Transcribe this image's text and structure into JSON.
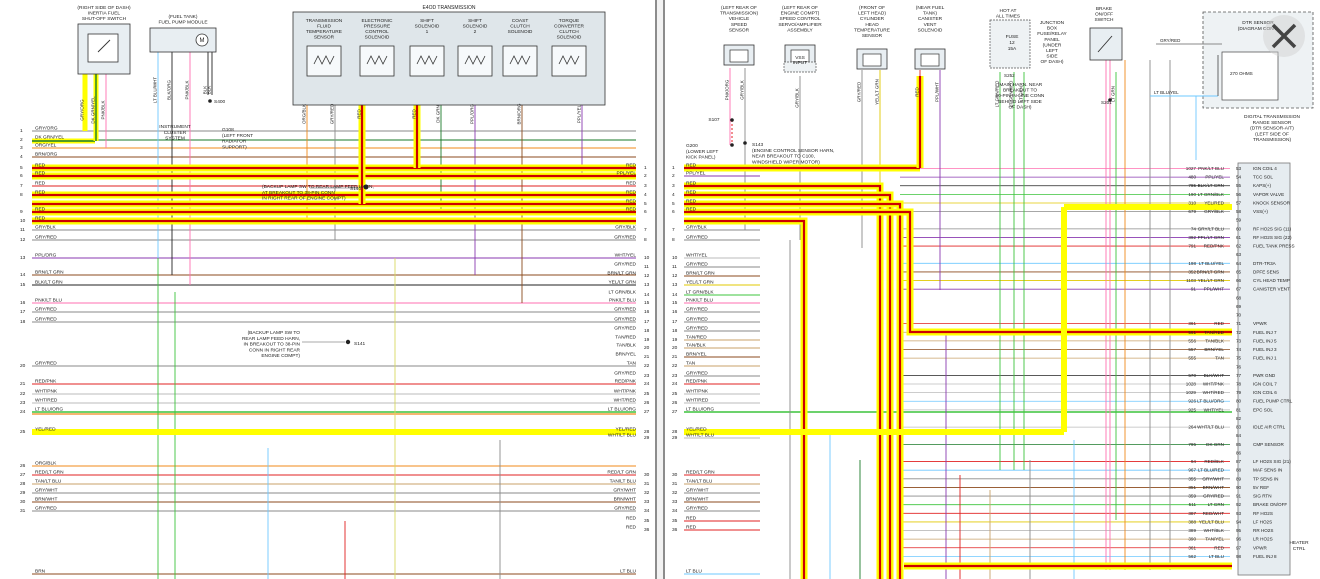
{
  "left_page": {
    "components": [
      {
        "lines": [
          "(RIGHT SIDE OF DASH)",
          "INERTIA FUEL",
          "SHUT-OFF SWITCH"
        ]
      },
      {
        "lines": [
          "(FUEL TANK)",
          "FUEL PUMP MODULE"
        ]
      },
      {
        "lines": [
          "E4OD TRANSMISSION"
        ]
      },
      {
        "lines": [
          "TRANSMISSION",
          "FLUID",
          "TEMPERATURE",
          "SENSOR"
        ]
      },
      {
        "lines": [
          "ELECTRONIC",
          "PRESSURE",
          "CONTROL",
          "SOLENOID"
        ]
      },
      {
        "lines": [
          "SHIFT",
          "SOLENOID",
          "1"
        ]
      },
      {
        "lines": [
          "SHIFT",
          "SOLENOID",
          "2"
        ]
      },
      {
        "lines": [
          "COAST",
          "CLUTCH",
          "SOLENOID"
        ]
      },
      {
        "lines": [
          "TORQUE",
          "CONVERTER",
          "CLUTCH",
          "SOLENOID"
        ]
      },
      {
        "lines": [
          "INSTRUMENT",
          "CLUSTER",
          "SYSTEM"
        ]
      },
      {
        "lines": [
          "G108",
          "(LEFT FRONT",
          "RADIATOR",
          "SUPPORT)"
        ]
      },
      {
        "lines": [
          "S400"
        ]
      }
    ],
    "notes": [
      {
        "lines": [
          "(BACKUP LAMP SW TO REAR LAMP FEED HARN,",
          "AT BREAKOUT TO 38-PIN CONN",
          "IN RIGHT REAR OF ENGINE COMPT)"
        ]
      },
      {
        "lines": [
          "(BACKUP LAMP SW TO",
          "REAR LAMP FEED HARN,",
          "IN BREAKOUT TO 38-PIN",
          "CONN IN RIGHT REAR",
          "ENGINE COMPT)"
        ]
      }
    ],
    "splices": [
      "S140",
      "S141"
    ],
    "vertical_wire_labels": [
      "GRY/ORG",
      "DK GRN/YEL",
      "PNK/BLK",
      "LT BLU/WHT",
      "BLK/ORG",
      "PNK/BLK",
      "BLK",
      "BLK",
      "ORG/BLK",
      "GRY/RED",
      "RED",
      "RED",
      "DK GRN",
      "PPL/ORG",
      "BRN/ORG",
      "PPL/YEL"
    ],
    "left_rows": [
      {
        "num": "1",
        "label": "GRY/ORG"
      },
      {
        "num": "2",
        "label": "DK GRN/YEL"
      },
      {
        "num": "3",
        "label": "ORG/YEL"
      },
      {
        "num": "4",
        "label": "BRN/ORG"
      },
      {
        "num": "5",
        "label": "RED"
      },
      {
        "num": "6",
        "label": "RED"
      },
      {
        "num": "7",
        "label": "RED"
      },
      {
        "num": "8",
        "label": "RED"
      },
      {
        "num": "9",
        "label": "RED"
      },
      {
        "num": "10",
        "label": "RED"
      },
      {
        "num": "11",
        "label": "GRY/BLK"
      },
      {
        "num": "12",
        "label": "GRY/RED"
      },
      {
        "num": "13",
        "label": "PPL/ORG"
      },
      {
        "num": "14",
        "label": "BRN/LT GRN"
      },
      {
        "num": "15",
        "label": "BLK/LT GRN"
      },
      {
        "num": "16",
        "label": "PNK/LT BLU"
      },
      {
        "num": "17",
        "label": "GRY/RED"
      },
      {
        "num": "18",
        "label": "GRY/RED"
      },
      {
        "num": "20",
        "label": "GRY/RED"
      },
      {
        "num": "21",
        "label": "RED/PNK"
      },
      {
        "num": "22",
        "label": "WHT/PNK"
      },
      {
        "num": "23",
        "label": "WHT/RED"
      },
      {
        "num": "24",
        "label": "LT BLU/ORG"
      },
      {
        "num": "25",
        "label": "YEL/RED"
      },
      {
        "num": "26",
        "label": "ORG/BLK"
      },
      {
        "num": "27",
        "label": "RED/LT GRN"
      },
      {
        "num": "28",
        "label": "TAN/LT BLU"
      },
      {
        "num": "29",
        "label": "GRY/WHT"
      },
      {
        "num": "30",
        "label": "BRN/WHT"
      },
      {
        "num": "31",
        "label": "GRY/RED"
      },
      {
        "num": "",
        "label": "BRN"
      }
    ],
    "right_rows": [
      {
        "num": "1",
        "label": "RED"
      },
      {
        "num": "2",
        "label": "PPL/YEL"
      },
      {
        "num": "3",
        "label": "RED"
      },
      {
        "num": "4",
        "label": "RED"
      },
      {
        "num": "5",
        "label": "RED"
      },
      {
        "num": "6",
        "label": "RED"
      },
      {
        "num": "7",
        "label": "GRY/BLK"
      },
      {
        "num": "8",
        "label": "GRY/RED"
      },
      {
        "num": "10",
        "label": "WHT/YEL"
      },
      {
        "num": "11",
        "label": "GRY/RED"
      },
      {
        "num": "12",
        "label": "BRN/LT GRN"
      },
      {
        "num": "13",
        "label": "YEL/LT GRN"
      },
      {
        "num": "14",
        "label": "LT GRN/BLK"
      },
      {
        "num": "15",
        "label": "PNK/LT BLU"
      },
      {
        "num": "16",
        "label": "GRY/RED"
      },
      {
        "num": "17",
        "label": "GRY/RED"
      },
      {
        "num": "18",
        "label": "GRY/RED"
      },
      {
        "num": "19",
        "label": "TAN/RED"
      },
      {
        "num": "20",
        "label": "TAN/BLK"
      },
      {
        "num": "21",
        "label": "BRN/YEL"
      },
      {
        "num": "22",
        "label": "TAN"
      },
      {
        "num": "23",
        "label": "GRY/RED"
      },
      {
        "num": "24",
        "label": "RED/PNK"
      },
      {
        "num": "25",
        "label": "WHT/PNK"
      },
      {
        "num": "26",
        "label": "WHT/RED"
      },
      {
        "num": "27",
        "label": "LT BLU/ORG"
      },
      {
        "num": "28",
        "label": "YEL/RED"
      },
      {
        "num": "29",
        "label": "WHT/LT BLU"
      },
      {
        "num": "30",
        "label": "RED/LT GRN"
      },
      {
        "num": "31",
        "label": "TAN/LT BLU"
      },
      {
        "num": "32",
        "label": "GRY/WHT"
      },
      {
        "num": "33",
        "label": "BRN/WHT"
      },
      {
        "num": "34",
        "label": "GRY/RED"
      },
      {
        "num": "35",
        "label": "RED"
      },
      {
        "num": "36",
        "label": "RED"
      },
      {
        "num": "",
        "label": "LT BLU"
      }
    ]
  },
  "right_page": {
    "components": [
      {
        "lines": [
          "(LEFT REAR OF",
          "TRANSMISSION)",
          "VEHICLE",
          "SPEED",
          "SENSOR"
        ]
      },
      {
        "lines": [
          "(LEFT REAR OF",
          "ENGINE COMPT)",
          "SPEED CONTROL",
          "SERVO/AMPLIFIER",
          "ASSEMBLY"
        ]
      },
      {
        "lines": [
          "VSS",
          "INPUT"
        ]
      },
      {
        "lines": [
          "(FRONT OF",
          "LEFT HEAD)",
          "CYLINDER",
          "HEAD",
          "TEMPERATURE",
          "SENSOR"
        ]
      },
      {
        "lines": [
          "(NEAR FUEL",
          "TANK)",
          "CANISTER",
          "VENT",
          "SOLENOID"
        ]
      },
      {
        "lines": [
          "HOT AT",
          "ALL TIMES"
        ]
      },
      {
        "lines": [
          "FUSE",
          "12",
          "15A"
        ]
      },
      {
        "lines": [
          "JUNCTION",
          "BOX",
          "FUSE/RELAY",
          "PANEL",
          "(UNDER",
          "LEFT",
          "SIDE",
          "OF DASH)"
        ]
      },
      {
        "lines": [
          "BRAKE",
          "ON/OFF",
          "SWITCH"
        ]
      },
      {
        "lines": [
          "DTR SENSOR",
          "(DIAGRAM CONT)"
        ]
      },
      {
        "lines": [
          "270 OHMS"
        ]
      },
      {
        "lines": [
          "DIGITAL TRANSMISSION",
          "RANGE SENSOR",
          "(DTR SENSOR-A/T)",
          "(LEFT SIDE OF",
          "TRANSMISSION)"
        ]
      },
      {
        "lines": [
          "(MAIN HARN. NEAR",
          "BREAKOUT TO",
          "10-PIN IN-LINE CONN",
          "BEHIND LEFT SIDE",
          "OF DASH)"
        ]
      },
      {
        "lines": [
          "S107"
        ]
      },
      {
        "lines": [
          "G200",
          "(LOWER LEFT",
          "KICK PANEL)"
        ]
      },
      {
        "lines": [
          "S143",
          "(ENGINE CONTROL SENSOR HARN,",
          "NEAR BREAKOUT TO C100,",
          "WINDSHIELD WIPER MOTOR)"
        ]
      },
      {
        "lines": [
          "S252"
        ]
      },
      {
        "lines": [
          "S201"
        ]
      }
    ],
    "vertical_wire_labels": [
      "PNK/ORG",
      "GRY/BLK",
      "GRY/BLK",
      "GRY/RED",
      "YEL/LT GRN",
      "RED",
      "PPL/WHT",
      "LT GRN/RED",
      "LT GRN/RED",
      "LT GRN",
      "LT GRN",
      "PNK/BLK",
      "PNK/BLK",
      "ORG/BLK",
      "GRY/RED",
      "GRY/RED",
      "LT BLU/YEL"
    ],
    "left_rows": [
      {
        "num": "1",
        "label": "RED"
      },
      {
        "num": "2",
        "label": "PPL/YEL"
      },
      {
        "num": "3",
        "label": "RED"
      },
      {
        "num": "4",
        "label": "RED"
      },
      {
        "num": "5",
        "label": "RED"
      },
      {
        "num": "6",
        "label": "RED"
      },
      {
        "num": "7",
        "label": "GRY/BLK"
      },
      {
        "num": "8",
        "label": "GRY/RED"
      },
      {
        "num": "10",
        "label": "WHT/YEL"
      },
      {
        "num": "11",
        "label": "GRY/RED"
      },
      {
        "num": "12",
        "label": "BRN/LT GRN"
      },
      {
        "num": "13",
        "label": "YEL/LT GRN"
      },
      {
        "num": "14",
        "label": "LT GRN/BLK"
      },
      {
        "num": "15",
        "label": "PNK/LT BLU"
      },
      {
        "num": "16",
        "label": "GRY/RED"
      },
      {
        "num": "17",
        "label": "GRY/RED"
      },
      {
        "num": "18",
        "label": "GRY/RED"
      },
      {
        "num": "19",
        "label": "TAN/RED"
      },
      {
        "num": "20",
        "label": "TAN/BLK"
      },
      {
        "num": "21",
        "label": "BRN/YEL"
      },
      {
        "num": "22",
        "label": "TAN"
      },
      {
        "num": "23",
        "label": "GRY/RED"
      },
      {
        "num": "24",
        "label": "RED/PNK"
      },
      {
        "num": "25",
        "label": "WHT/PNK"
      },
      {
        "num": "26",
        "label": "WHT/RED"
      },
      {
        "num": "27",
        "label": "LT BLU/ORG"
      },
      {
        "num": "28",
        "label": "YEL/RED"
      },
      {
        "num": "29",
        "label": "WHT/LT BLU"
      },
      {
        "num": "30",
        "label": "RED/LT GRN"
      },
      {
        "num": "31",
        "label": "TAN/LT BLU"
      },
      {
        "num": "32",
        "label": "GRY/WHT"
      },
      {
        "num": "33",
        "label": "BRN/WHT"
      },
      {
        "num": "34",
        "label": "GRY/RED"
      },
      {
        "num": "35",
        "label": "RED"
      },
      {
        "num": "36",
        "label": "RED"
      },
      {
        "num": "",
        "label": "LT BLU"
      }
    ],
    "pcm_rows": [
      {
        "circuit": "1027",
        "color": "PNK/LT BLU",
        "pin": "53",
        "func": "IGN COIL 4"
      },
      {
        "circuit": "480",
        "color": "PPL/YEL",
        "pin": "54",
        "func": "TCC SOL"
      },
      {
        "circuit": "785",
        "color": "BLK/LT GRN",
        "pin": "55",
        "func": "KAPS(+)"
      },
      {
        "circuit": "190",
        "color": "LT GRN/BLK",
        "pin": "56",
        "func": "VAPOR VALVE"
      },
      {
        "circuit": "310",
        "color": "YEL/RED",
        "pin": "57",
        "func": "KNOCK SENSOR"
      },
      {
        "circuit": "679",
        "color": "GRY/BLK",
        "pin": "58",
        "func": "VSS(+)"
      },
      {
        "circuit": "",
        "color": "",
        "pin": "59",
        "func": ""
      },
      {
        "circuit": "74",
        "color": "GRY/LT BLU",
        "pin": "60",
        "func": "RF HO2S SIG (11)"
      },
      {
        "circuit": "392",
        "color": "PPL/LT GRN",
        "pin": "61",
        "func": "RF HO2S SIG (22)"
      },
      {
        "circuit": "791",
        "color": "RED/PNK",
        "pin": "62",
        "func": "FUEL TANK PRESS"
      },
      {
        "circuit": "",
        "color": "",
        "pin": "63",
        "func": ""
      },
      {
        "circuit": "198",
        "color": "LT BLU/YEL",
        "pin": "64",
        "func": "DTR-TR3A"
      },
      {
        "circuit": "352",
        "color": "BRN/LT GRN",
        "pin": "65",
        "func": "DPFE SENS"
      },
      {
        "circuit": "1103",
        "color": "YEL/LT GRN",
        "pin": "66",
        "func": "CYL HEAD TEMP"
      },
      {
        "circuit": "91",
        "color": "PPL/WHT",
        "pin": "67",
        "func": "CANISTER VENT"
      },
      {
        "circuit": "",
        "color": "",
        "pin": "68",
        "func": ""
      },
      {
        "circuit": "",
        "color": "",
        "pin": "69",
        "func": ""
      },
      {
        "circuit": "",
        "color": "",
        "pin": "70",
        "func": ""
      },
      {
        "circuit": "361",
        "color": "RED",
        "pin": "71",
        "func": "VPWR"
      },
      {
        "circuit": "561",
        "color": "TAN/RED",
        "pin": "72",
        "func": "FUEL INJ 7"
      },
      {
        "circuit": "556",
        "color": "TAN/BLK",
        "pin": "73",
        "func": "FUEL INJ 5"
      },
      {
        "circuit": "557",
        "color": "BRN/YEL",
        "pin": "74",
        "func": "FUEL INJ 3"
      },
      {
        "circuit": "555",
        "color": "TAN",
        "pin": "75",
        "func": "FUEL INJ 1"
      },
      {
        "circuit": "",
        "color": "",
        "pin": "76",
        "func": ""
      },
      {
        "circuit": "570",
        "color": "BLK/WHT",
        "pin": "77",
        "func": "PWR GND"
      },
      {
        "circuit": "1028",
        "color": "WHT/PNK",
        "pin": "78",
        "func": "IGN COIL 7"
      },
      {
        "circuit": "1029",
        "color": "WHT/RED",
        "pin": "79",
        "func": "IGN COIL 6"
      },
      {
        "circuit": "926",
        "color": "LT BLU/ORG",
        "pin": "80",
        "func": "FUEL PUMP CTRL"
      },
      {
        "circuit": "925",
        "color": "WHT/YEL",
        "pin": "81",
        "func": "EPC SOL"
      },
      {
        "circuit": "",
        "color": "",
        "pin": "82",
        "func": ""
      },
      {
        "circuit": "264",
        "color": "WHT/LT BLU",
        "pin": "83",
        "func": "IDLE AIR CTRL"
      },
      {
        "circuit": "",
        "color": "",
        "pin": "84",
        "func": ""
      },
      {
        "circuit": "795",
        "color": "DK GRN",
        "pin": "85",
        "func": "CMP SENSOR"
      },
      {
        "circuit": "",
        "color": "",
        "pin": "86",
        "func": ""
      },
      {
        "circuit": "94",
        "color": "RED/BLK",
        "pin": "87",
        "func": "LF HO2S SIG (21)"
      },
      {
        "circuit": "967",
        "color": "LT BLU/RED",
        "pin": "88",
        "func": "MAF SENS IN"
      },
      {
        "circuit": "355",
        "color": "GRY/WHT",
        "pin": "89",
        "func": "TP SENS IN"
      },
      {
        "circuit": "351",
        "color": "BRN/WHT",
        "pin": "90",
        "func": "5V REF"
      },
      {
        "circuit": "359",
        "color": "GRY/RED",
        "pin": "91",
        "func": "SIG RTN"
      },
      {
        "circuit": "511",
        "color": "LT GRN",
        "pin": "92",
        "func": "BRAKE ON/OFF"
      },
      {
        "circuit": "387",
        "color": "RED/WHT",
        "pin": "93",
        "func": "RF HO2S"
      },
      {
        "circuit": "388",
        "color": "YEL/LT BLU",
        "pin": "94",
        "func": "LF HO2S"
      },
      {
        "circuit": "389",
        "color": "WHT/BLK",
        "pin": "95",
        "func": "RR HO2S"
      },
      {
        "circuit": "390",
        "color": "TAN/YEL",
        "pin": "96",
        "func": "LR HO2S"
      },
      {
        "circuit": "361",
        "color": "RED",
        "pin": "97",
        "func": "VPWR"
      },
      {
        "circuit": "562",
        "color": "LT BLU",
        "pin": "98",
        "func": "FUEL INJ 8"
      }
    ],
    "heater_ctrl_label": [
      "HEATER",
      "CTRL"
    ]
  },
  "close_icon": "close-icon",
  "colors": {
    "highlight_yellow": "#ffff00",
    "highlight_red": "#cc0000",
    "harness_box": "#dfe6ea"
  }
}
